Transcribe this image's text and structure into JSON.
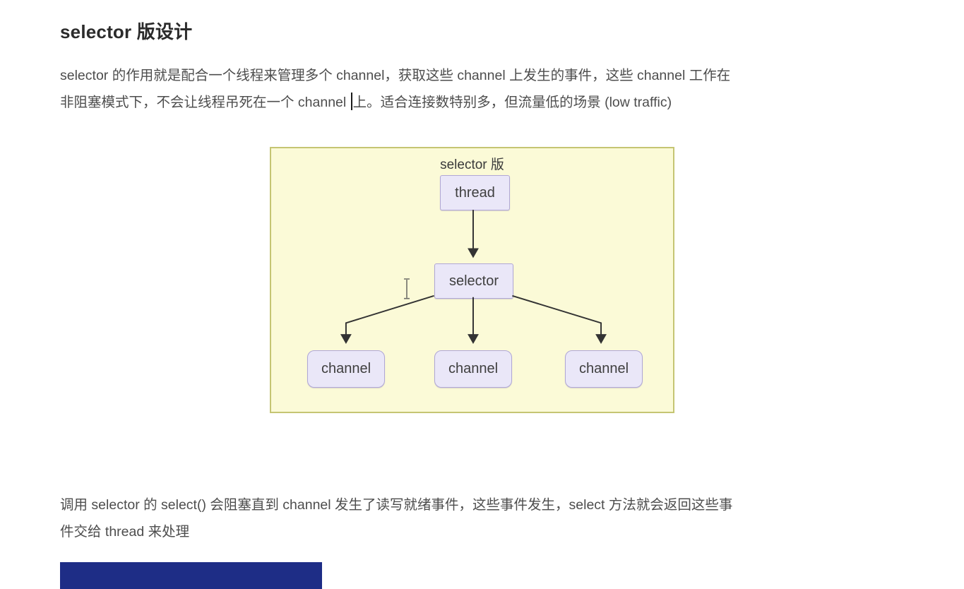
{
  "heading": "selector 版设计",
  "intro": {
    "line1": "selector 的作用就是配合一个线程来管理多个 channel，获取这些 channel 上发生的事件，这些 channel 工作在",
    "line2_before_caret": "非阻塞模式下，不会让线程吊死在一个 channel ",
    "line2_after_caret": "上。适合连接数特别多，但流量低的场景 (low traffic)"
  },
  "diagram": {
    "title": "selector 版",
    "nodes": {
      "thread": "thread",
      "selector": "selector",
      "channels": [
        "channel",
        "channel",
        "channel"
      ]
    },
    "colors": {
      "background": "#fbfad7",
      "border": "#c5c573",
      "node_fill": "#eae7f8",
      "node_border": "#b0a7d6",
      "arrow": "#333333"
    }
  },
  "outro": {
    "line1": "调用 selector 的 select() 会阻塞直到 channel 发生了读写就绪事件，这些事件发生，select 方法就会返回这些事",
    "line2": "件交给 thread 来处理"
  },
  "bottom_bar": {
    "color": "#1e2d86"
  }
}
